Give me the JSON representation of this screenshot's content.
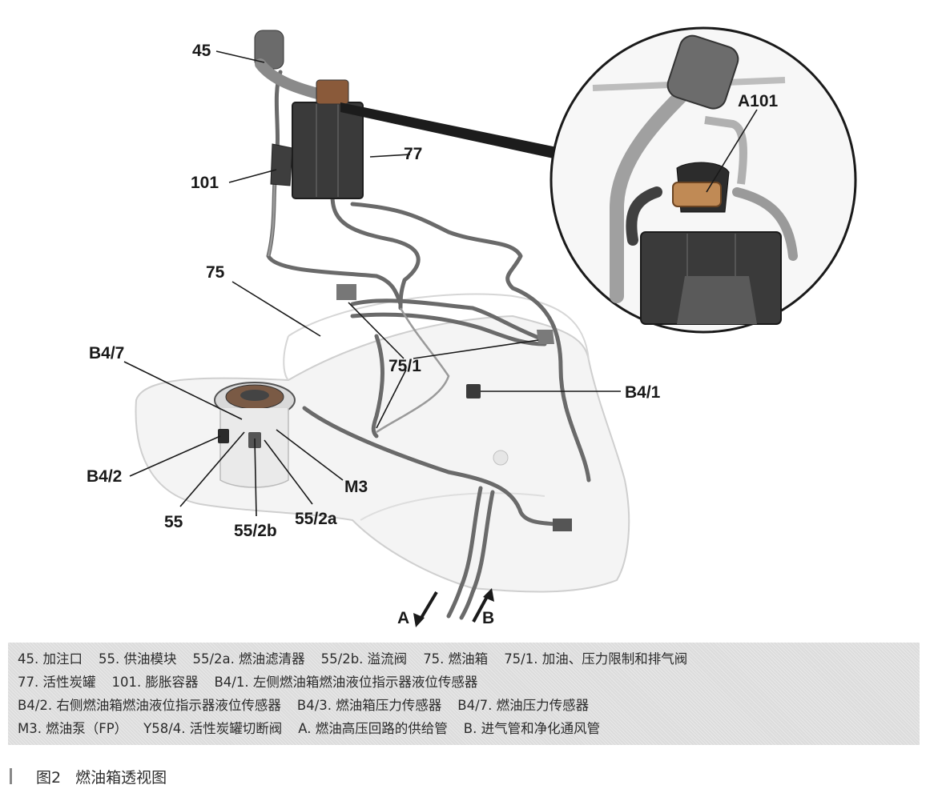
{
  "callouts": {
    "c45": "45",
    "c77": "77",
    "c101": "101",
    "c75": "75",
    "cA101": "A101",
    "cB47": "B4/7",
    "c751": "75/1",
    "cB41": "B4/1",
    "cB42": "B4/2",
    "cM3": "M3",
    "c55": "55",
    "c552b": "55/2b",
    "c552a": "55/2a",
    "cA": "A",
    "cB": "B"
  },
  "legend": [
    "45. 加注口",
    "55. 供油模块",
    "55/2a. 燃油滤清器",
    "55/2b. 溢流阀",
    "75. 燃油箱",
    "75/1. 加油、压力限制和排气阀",
    "77. 活性炭罐",
    "101. 膨胀容器",
    "B4/1. 左侧燃油箱燃油液位指示器液位传感器",
    "B4/2. 右侧燃油箱燃油液位指示器液位传感器",
    "B4/3. 燃油箱压力传感器",
    "B4/7. 燃油压力传感器",
    "M3. 燃油泵（FP）",
    "Y58/4. 活性炭罐切断阀",
    "A. 燃油高压回路的供给管",
    "B. 进气管和净化通风管"
  ],
  "caption": {
    "number": "图2",
    "title": "燃油箱透视图"
  }
}
